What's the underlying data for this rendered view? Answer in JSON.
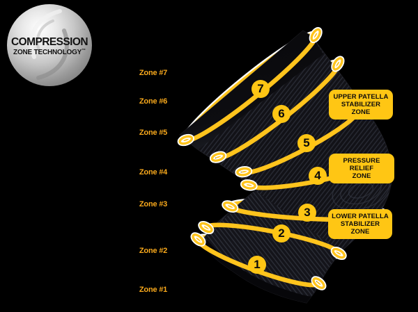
{
  "colors": {
    "background": "#000000",
    "accent_yellow": "#FFC614",
    "label_gold": "#F9A91C",
    "fabric_dark": "#121217",
    "callout_text": "#0C0C0C"
  },
  "logo": {
    "title": "COMPRESSION",
    "subtitle": "ZONE TECHNOLOGY",
    "trademark": "™"
  },
  "zone_labels": [
    "Zone #7",
    "Zone #6",
    "Zone #5",
    "Zone #4",
    "Zone #3",
    "Zone #2",
    "Zone #1"
  ],
  "ring_badges": [
    "7",
    "6",
    "5",
    "4",
    "3",
    "2",
    "1"
  ],
  "callouts": [
    {
      "lines": [
        "UPPER PATELLA",
        "STABILIZER",
        "ZONE"
      ]
    },
    {
      "lines": [
        "PRESSURE RELIEF",
        "ZONE"
      ]
    },
    {
      "lines": [
        "LOWER PATELLA",
        "STABILIZER",
        "ZONE"
      ]
    }
  ]
}
